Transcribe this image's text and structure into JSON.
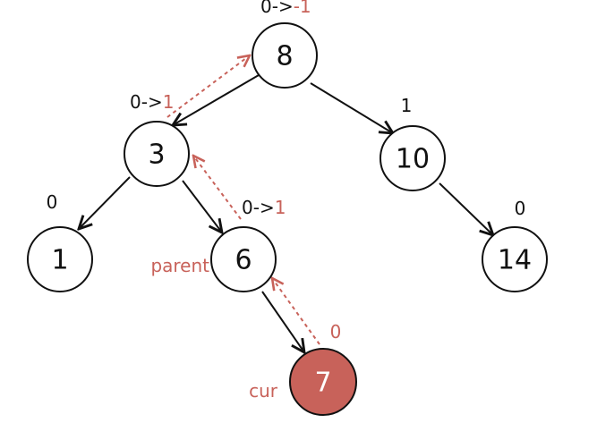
{
  "colors": {
    "accent": "#c8625a",
    "ink": "#111111",
    "highlight_fill": "#c8625a",
    "highlight_text": "#ffffff"
  },
  "nodes": {
    "n8": {
      "value": "8",
      "balance_old": "0->",
      "balance_new": "-1"
    },
    "n3": {
      "value": "3",
      "balance_old": "0->",
      "balance_new": "1"
    },
    "n10": {
      "value": "10",
      "balance": "1"
    },
    "n1": {
      "value": "1",
      "balance": "0"
    },
    "n6": {
      "value": "6",
      "balance_old": "0->",
      "balance_new": "1"
    },
    "n14": {
      "value": "14",
      "balance": "0"
    },
    "n7": {
      "value": "7",
      "balance": "0"
    }
  },
  "labels": {
    "parent": "parent",
    "cur": "cur"
  }
}
